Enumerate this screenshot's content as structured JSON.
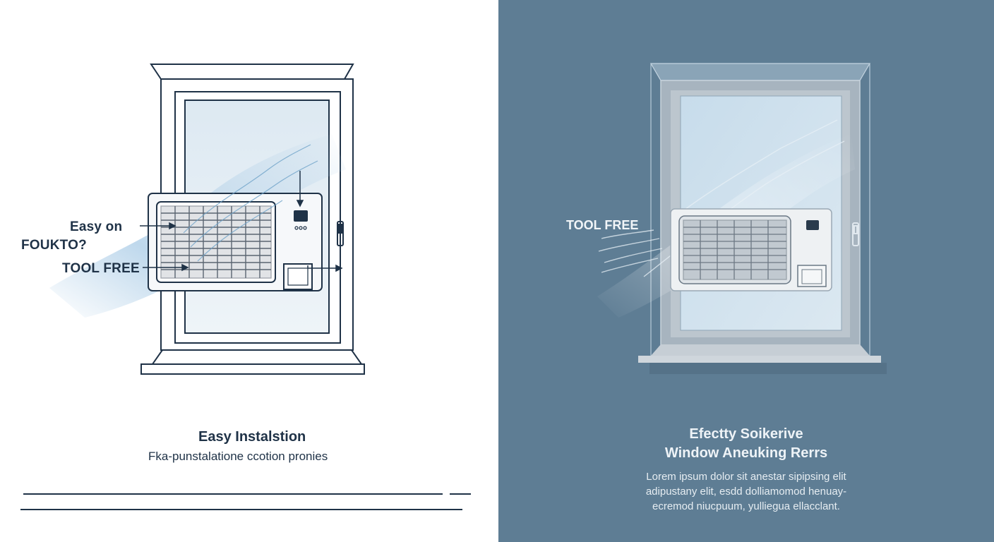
{
  "left": {
    "callouts": {
      "easy_on": "Easy on",
      "fourkto": "FOUKTO?",
      "tool_free": "TOOL FREE"
    },
    "caption": {
      "title": "Easy Instalstion",
      "subtitle": "Fka-punstalatione ccotion pronies"
    }
  },
  "right": {
    "callouts": {
      "tool_free": "TOOL FREE"
    },
    "caption": {
      "title_line1": "Efectty Soikerive",
      "title_line2": "Window Aneuking Rerrs",
      "body_line1": "Lorem ipsum dolor sit anestar sipipsing elit",
      "body_line2": "adipustany elit, esdd dolliamomod henuay-",
      "body_line3": "ecremod niucpuum, yulliegua ellacclant."
    }
  },
  "colors": {
    "left_bg": "#ffffff",
    "right_bg": "#5e7d94",
    "line_navy": "#1f3247",
    "airflow_blue": "#a9cbe6"
  },
  "icons": [
    "arrow-icon",
    "window-handle-icon",
    "control-display-icon"
  ]
}
